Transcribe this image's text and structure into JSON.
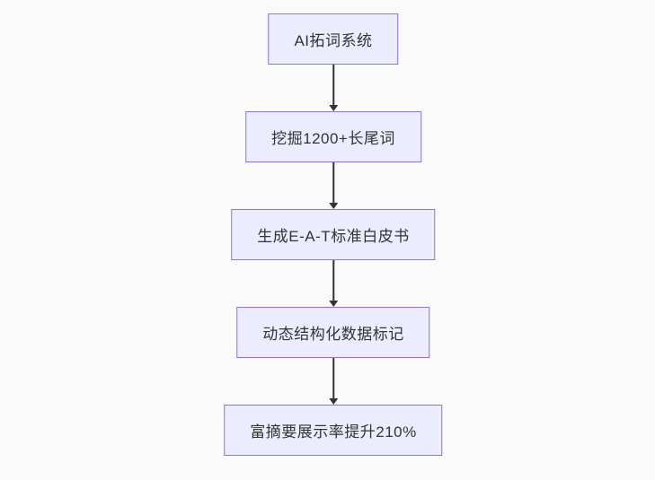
{
  "page": {
    "background": "#fafafa"
  },
  "flowchart": {
    "type": "flowchart-top-down",
    "colors": {
      "node_fill": "#ECECFF",
      "node_border": "#9370DB",
      "arrow": "#333333",
      "text": "#333333"
    },
    "nodes": [
      {
        "id": "node-1",
        "label": "AI拓词系统"
      },
      {
        "id": "node-2",
        "label": "挖掘1200+长尾词"
      },
      {
        "id": "node-3",
        "label": "生成E-A-T标准白皮书"
      },
      {
        "id": "node-4",
        "label": "动态结构化数据标记"
      },
      {
        "id": "node-5",
        "label": "富摘要展示率提升210%"
      }
    ],
    "edges": [
      {
        "from": "node-1",
        "to": "node-2"
      },
      {
        "from": "node-2",
        "to": "node-3"
      },
      {
        "from": "node-3",
        "to": "node-4"
      },
      {
        "from": "node-4",
        "to": "node-5"
      }
    ]
  }
}
